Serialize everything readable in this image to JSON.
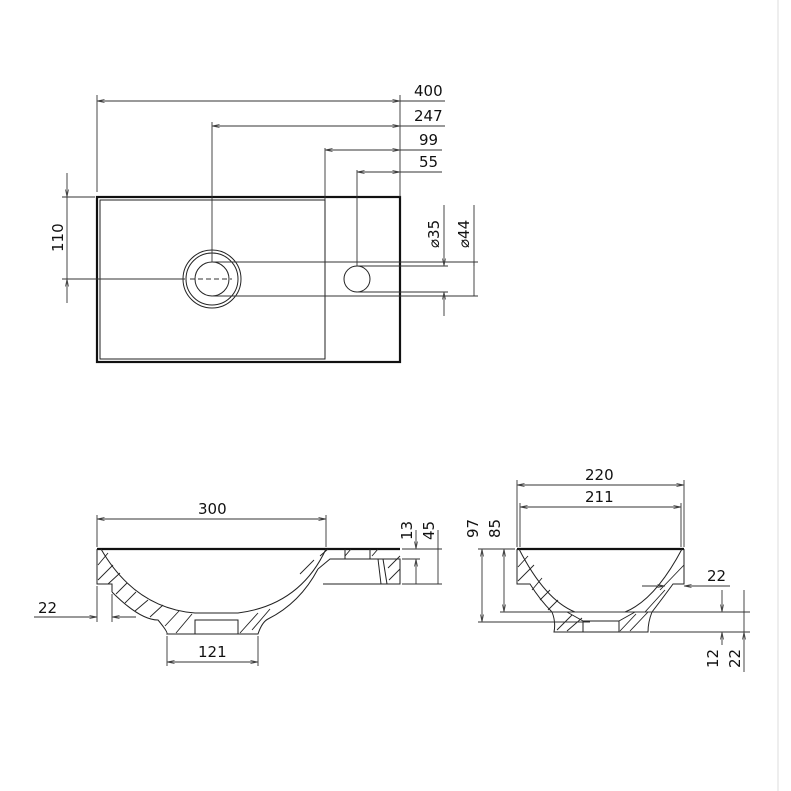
{
  "drawing": {
    "top_view": {
      "overall_width": "400",
      "drain_from_right": "247",
      "basin_edge_from_right": "99",
      "tap_hole_from_right": "55",
      "drain_from_front": "110",
      "tap_hole_diameter": "⌀35",
      "drain_diameter": "⌀44"
    },
    "front_section": {
      "bowl_width": "300",
      "bottom_width": "121",
      "wall_step": "22",
      "deck_thickness": "13",
      "deck_height": "45"
    },
    "side_section": {
      "outer_width": "220",
      "inner_width": "211",
      "overall_height": "97",
      "inner_height": "85",
      "wall_step": "22",
      "base_thickness": "12",
      "base_height": "22"
    }
  }
}
